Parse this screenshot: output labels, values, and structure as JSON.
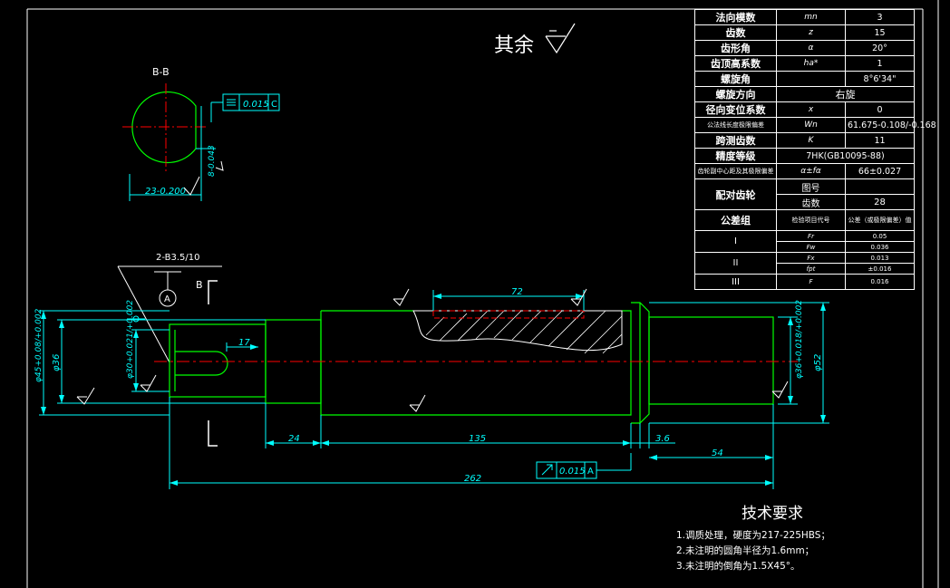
{
  "colors": {
    "background": "#000000",
    "outline": "#00ff00",
    "dimension": "#00ffff",
    "centerline": "#ff0000",
    "text": "#ffffff",
    "frame": "#ffffff"
  },
  "rest_roughness_label": "其余",
  "section": {
    "title": "B-B",
    "tolerance_value": "0.015",
    "tolerance_datum": "C",
    "dim_width": "23-0.200",
    "dim_depth": "8-0.043"
  },
  "keyway_note": "2-B3.5/10",
  "datum_a": "A",
  "section_mark": "B",
  "dims": {
    "d_left_outer": "φ45+0.08/+0.002",
    "d_left_inner": "φ36",
    "d_keyway": "φ30+0.021/+0.002",
    "keyway_len": "17",
    "len_24": "24",
    "len_135": "135",
    "len_72": "72",
    "len_3_6": "3.6",
    "len_54": "54",
    "len_262": "262",
    "d_right": "φ36+0.018/+0.002",
    "d_right_outer": "φ52"
  },
  "runout": {
    "value": "0.015",
    "datum": "A"
  },
  "gear_table": {
    "rows": [
      [
        "法向模数",
        "mn",
        "3"
      ],
      [
        "齿数",
        "z",
        "15"
      ],
      [
        "齿形角",
        "α",
        "20°"
      ],
      [
        "齿顶高系数",
        "ha*",
        "1"
      ],
      [
        "螺旋角",
        "",
        "8°6'34\""
      ],
      [
        "螺旋方向",
        "",
        "右旋"
      ],
      [
        "径向变位系数",
        "x",
        "0"
      ],
      [
        "公法线长度极限偏差",
        "Wn",
        "61.675-0.108/-0.168"
      ],
      [
        "跨测齿数",
        "K",
        "11"
      ],
      [
        "精度等级",
        "7HK(GB10095-88)",
        ""
      ],
      [
        "齿轮副中心距及其极限偏差",
        "α±fα",
        "66±0.027"
      ]
    ],
    "mating_gear": {
      "label": "配对齿轮",
      "drawing_no_label": "图号",
      "teeth_label": "齿数",
      "teeth_value": "28"
    },
    "tolerance_group": {
      "label": "公差组",
      "col_item": "检验项目代号",
      "col_value": "公差（或极限偏差）值",
      "groups": [
        {
          "name": "I",
          "items": [
            [
              "Fr",
              "0.05"
            ],
            [
              "Fw",
              "0.036"
            ]
          ]
        },
        {
          "name": "II",
          "items": [
            [
              "Fx",
              "0.013"
            ],
            [
              "fpt",
              "±0.016"
            ]
          ]
        },
        {
          "name": "III",
          "items": [
            [
              "F",
              "0.016"
            ]
          ]
        }
      ]
    }
  },
  "tech_requirements": {
    "title": "技术要求",
    "items": [
      "1.调质处理，硬度为217-225HBS；",
      "2.未注明的圆角半径为1.6mm；",
      "3.未注明的倒角为1.5X45°。"
    ]
  }
}
